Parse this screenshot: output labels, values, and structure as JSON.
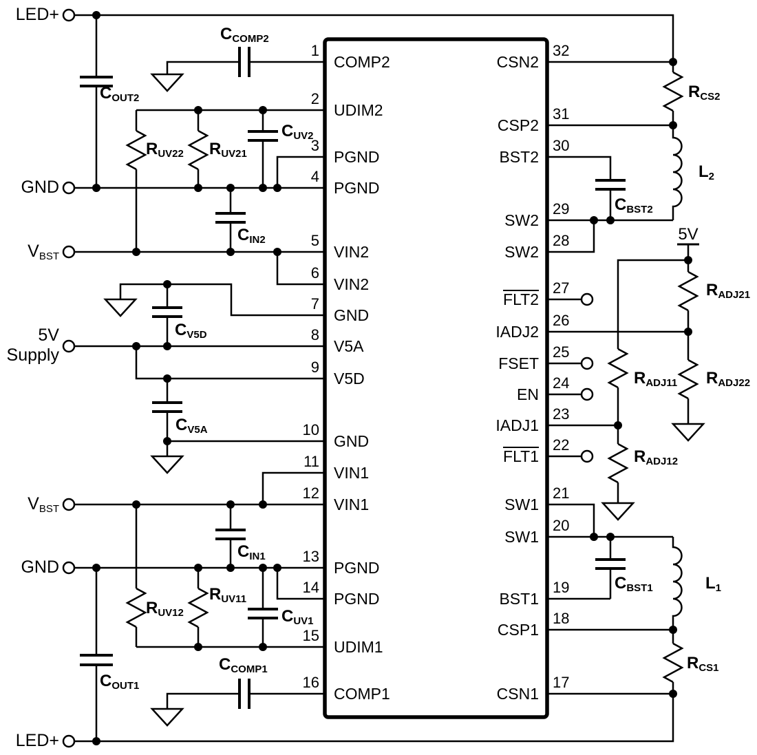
{
  "diagram": {
    "type": "application-circuit-schematic",
    "description": "Two-channel LED driver IC with external components, 32-pin package"
  },
  "colors": {
    "line": "#000000",
    "background": "#ffffff",
    "text": "#000000"
  },
  "terminals": {
    "led_plus_top": "LED+",
    "gnd_top": "GND",
    "vbst_top": {
      "main": "V",
      "sub": "BST"
    },
    "supply_5v": {
      "line1": "5V",
      "line2": "Supply"
    },
    "vbst_bottom": {
      "main": "V",
      "sub": "BST"
    },
    "gnd_bottom": "GND",
    "led_plus_bottom": "LED+"
  },
  "rail_5v": "5V",
  "ic": {
    "left_pins": [
      {
        "num": "1",
        "label": "COMP2"
      },
      {
        "num": "2",
        "label": "UDIM2"
      },
      {
        "num": "3",
        "label": "PGND"
      },
      {
        "num": "4",
        "label": "PGND"
      },
      {
        "num": "5",
        "label": "VIN2"
      },
      {
        "num": "6",
        "label": "VIN2"
      },
      {
        "num": "7",
        "label": "GND"
      },
      {
        "num": "8",
        "label": "V5A"
      },
      {
        "num": "9",
        "label": "V5D"
      },
      {
        "num": "10",
        "label": "GND"
      },
      {
        "num": "11",
        "label": "VIN1"
      },
      {
        "num": "12",
        "label": "VIN1"
      },
      {
        "num": "13",
        "label": "PGND"
      },
      {
        "num": "14",
        "label": "PGND"
      },
      {
        "num": "15",
        "label": "UDIM1"
      },
      {
        "num": "16",
        "label": "COMP1"
      }
    ],
    "right_pins": [
      {
        "num": "32",
        "label": "CSN2",
        "overline": false
      },
      {
        "num": "31",
        "label": "CSP2",
        "overline": false
      },
      {
        "num": "30",
        "label": "BST2",
        "overline": false
      },
      {
        "num": "29",
        "label": "SW2",
        "overline": false
      },
      {
        "num": "28",
        "label": "SW2",
        "overline": false
      },
      {
        "num": "27",
        "label": "FLT2",
        "overline": true
      },
      {
        "num": "26",
        "label": "IADJ2",
        "overline": false
      },
      {
        "num": "25",
        "label": "FSET",
        "overline": false
      },
      {
        "num": "24",
        "label": "EN",
        "overline": false
      },
      {
        "num": "23",
        "label": "IADJ1",
        "overline": false
      },
      {
        "num": "22",
        "label": "FLT1",
        "overline": true
      },
      {
        "num": "21",
        "label": "SW1",
        "overline": false
      },
      {
        "num": "20",
        "label": "SW1",
        "overline": false
      },
      {
        "num": "19",
        "label": "BST1",
        "overline": false
      },
      {
        "num": "18",
        "label": "CSP1",
        "overline": false
      },
      {
        "num": "17",
        "label": "CSN1",
        "overline": false
      }
    ]
  },
  "components": {
    "c_out2": {
      "main": "C",
      "sub": "OUT2"
    },
    "c_comp2": {
      "main": "C",
      "sub": "COMP2"
    },
    "r_uv22": {
      "main": "R",
      "sub": "UV22"
    },
    "r_uv21": {
      "main": "R",
      "sub": "UV21"
    },
    "c_uv2": {
      "main": "C",
      "sub": "UV2"
    },
    "c_in2": {
      "main": "C",
      "sub": "IN2"
    },
    "c_v5d": {
      "main": "C",
      "sub": "V5D"
    },
    "c_v5a": {
      "main": "C",
      "sub": "V5A"
    },
    "c_in1": {
      "main": "C",
      "sub": "IN1"
    },
    "r_uv12": {
      "main": "R",
      "sub": "UV12"
    },
    "r_uv11": {
      "main": "R",
      "sub": "UV11"
    },
    "c_uv1": {
      "main": "C",
      "sub": "UV1"
    },
    "c_out1": {
      "main": "C",
      "sub": "OUT1"
    },
    "c_comp1": {
      "main": "C",
      "sub": "COMP1"
    },
    "r_cs2": {
      "main": "R",
      "sub": "CS2"
    },
    "l2": {
      "main": "L",
      "sub": "2"
    },
    "c_bst2": {
      "main": "C",
      "sub": "BST2"
    },
    "r_adj21": {
      "main": "R",
      "sub": "ADJ21"
    },
    "r_adj11": {
      "main": "R",
      "sub": "ADJ11"
    },
    "r_adj22": {
      "main": "R",
      "sub": "ADJ22"
    },
    "r_adj12": {
      "main": "R",
      "sub": "ADJ12"
    },
    "c_bst1": {
      "main": "C",
      "sub": "BST1"
    },
    "l1": {
      "main": "L",
      "sub": "1"
    },
    "r_cs1": {
      "main": "R",
      "sub": "CS1"
    }
  }
}
